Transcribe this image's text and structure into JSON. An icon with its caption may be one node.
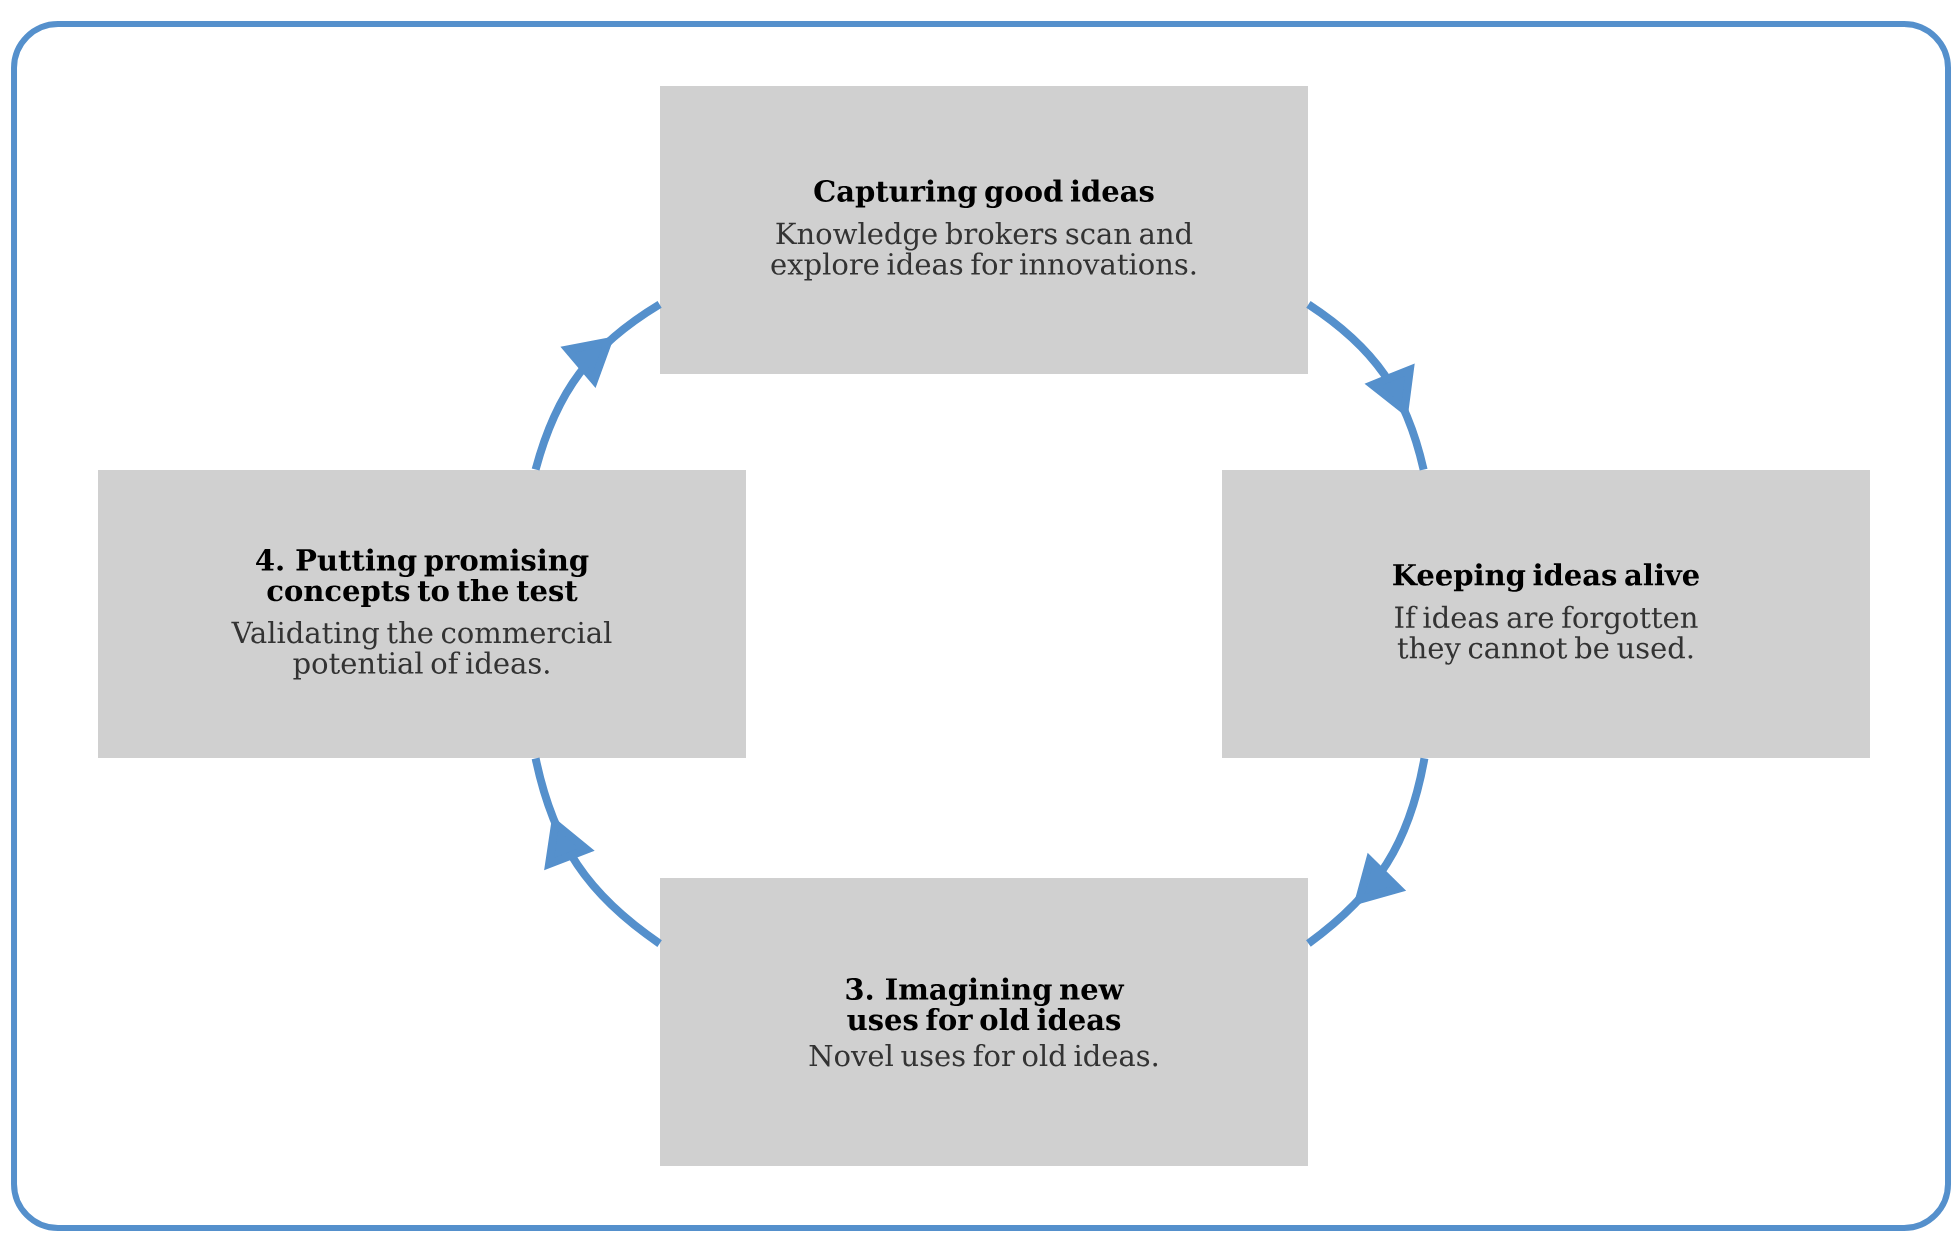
{
  "diagram": {
    "nodes": [
      {
        "text": [
          "Capturing good ideas",
          "Knowledge brokers scan and explore ideas for innovations."
        ]
      },
      {
        "text": [
          "Keeping ideas alive",
          "If ideas are forgotten they cannot be used."
        ]
      },
      {
        "text": [
          "3. Imagining new uses for old ideas",
          "Novel uses for old ideas."
        ]
      },
      {
        "text": [
          "4. Putting promising concepts to the test",
          "Validating the commercial potential of ideas."
        ]
      }
    ],
    "edges": [
      {
        "from": 0,
        "to": 1,
        "arrow": "to"
      },
      {
        "from": 1,
        "to": 2,
        "arrow": "to"
      },
      {
        "from": 2,
        "to": 3,
        "arrow": "to"
      },
      {
        "from": 3,
        "to": 0,
        "arrow": "to"
      }
    ]
  }
}
